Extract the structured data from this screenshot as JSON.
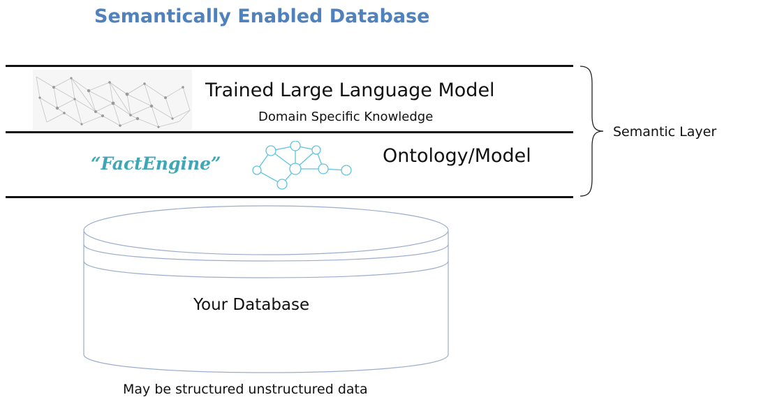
{
  "title": "Semantically Enabled Database",
  "layers": {
    "llm": {
      "title": "Trained Large Language Model",
      "subtitle": "Domain Specific Knowledge"
    },
    "ontology": {
      "logo_text": "“FactEngine”",
      "label": "Ontology/Model"
    }
  },
  "brace_label": "Semantic Layer",
  "database": {
    "label": "Your Database",
    "caption": "May be structured unstructured data"
  },
  "colors": {
    "title": "#4f81bd",
    "logo": "#3fa6b8",
    "graph": "#5ec3e0",
    "cylinder_stroke": "#9aaccf"
  },
  "icons": [
    "network-mesh-image",
    "ontology-graph-icon",
    "curly-brace-icon",
    "database-cylinder-icon"
  ]
}
